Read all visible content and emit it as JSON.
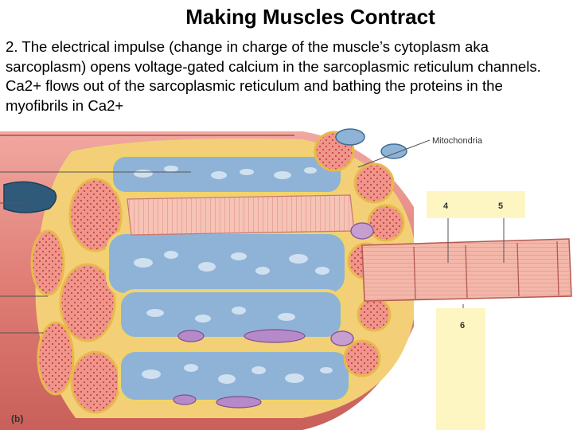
{
  "title": "Making Muscles Contract",
  "body_text": "2. The electrical impulse (change in charge of the muscle’s cytoplasm aka sarcoplasm) opens voltage-gated calcium in the sarcoplasmic reticulum channels. Ca2+ flows out of the sarcoplasmic reticulum and bathing the proteins in the myofibrils in Ca2+",
  "figure": {
    "label_mitochondria": "Mitochondria",
    "label_4": "4",
    "label_5": "5",
    "label_6": "6",
    "panel_label": "(b)"
  },
  "colors": {
    "muscle_red": "#d9706a",
    "muscle_pink": "#f2a59b",
    "sr_blue": "#8fb3d6",
    "ttubule_yellow": "#f1d36c",
    "label_box_yellow": "#fdf6c3",
    "nucleus": "#2f5a7a"
  }
}
